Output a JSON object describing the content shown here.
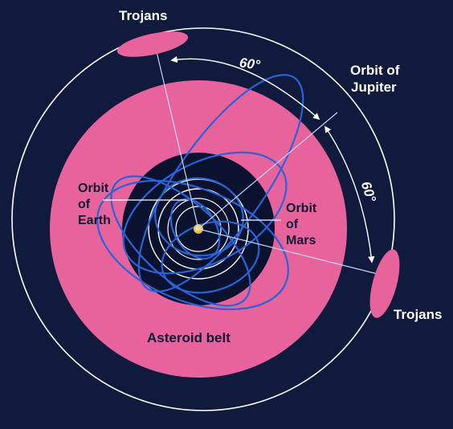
{
  "labels": {
    "trojans_top": "Trojans",
    "trojans_right": "Trojans",
    "angle_top": "60°",
    "angle_right": "60°",
    "orbit_jupiter_line1": "Orbit of",
    "orbit_jupiter_line2": "Jupiter",
    "orbit_earth_line1": "Orbit",
    "orbit_earth_line2": "of",
    "orbit_earth_line3": "Earth",
    "orbit_mars_line1": "Orbit",
    "orbit_mars_line2": "of",
    "orbit_mars_line3": "Mars",
    "asteroid_belt": "Asteroid belt"
  },
  "colors": {
    "background": "#0f1a3d",
    "belt": "#e8629c",
    "inner_disc": "#0a1230",
    "orbit_lines": "#ffffff",
    "asteroid_orbits": "#2a63d8",
    "sun": "#f0c24a",
    "trojans": "#e8629c"
  }
}
